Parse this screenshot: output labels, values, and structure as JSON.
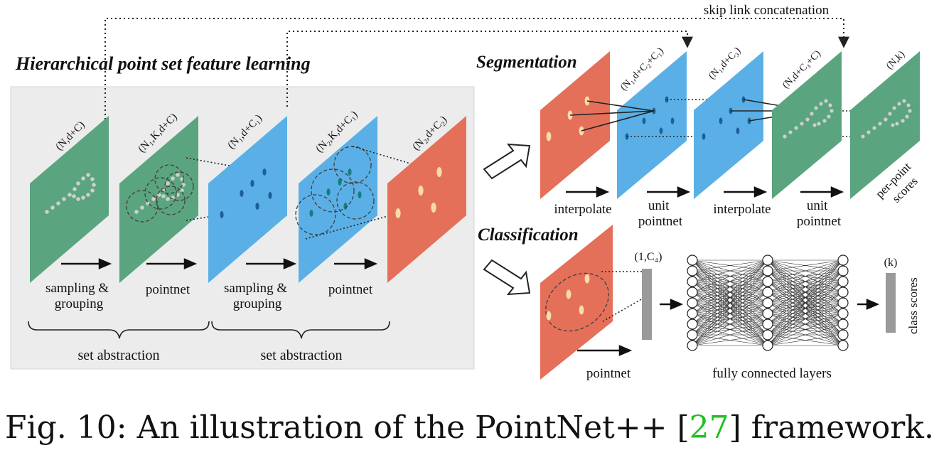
{
  "colors": {
    "green": "#5aa57f",
    "blue": "#5ab0e6",
    "red": "#e5705a",
    "panel": "#ececec",
    "gray_bar": "#9a9a9a",
    "point_gray": "#cfcfcf",
    "point_cream": "#f8dca8",
    "point_navy": "#1c5f9a",
    "point_teal": "#147e85",
    "ref_green": "#22c022"
  },
  "titles": {
    "hierarchical": "Hierarchical point set feature learning",
    "segmentation": "Segmentation",
    "classification": "Classification",
    "skip_link": "skip link concatenation"
  },
  "planes": [
    {
      "id": "p1",
      "label": "(N,d+C)",
      "color": "green"
    },
    {
      "id": "p2",
      "label": "(N₁,K,d+C)",
      "color": "green"
    },
    {
      "id": "p3",
      "label": "(N₁,d+C₁)",
      "color": "blue"
    },
    {
      "id": "p4",
      "label": "(N₂,K,d+C₁)",
      "color": "blue"
    },
    {
      "id": "p5",
      "label": "(N₂,d+C₂)",
      "color": "red"
    },
    {
      "id": "s1",
      "label": "",
      "color": "red"
    },
    {
      "id": "s2",
      "label": "(N₁,d+C₂+C₁)",
      "color": "blue"
    },
    {
      "id": "s3",
      "label": "(N₁,d+C₃)",
      "color": "blue"
    },
    {
      "id": "s4",
      "label": "(N,d+C₃+C)",
      "color": "green"
    },
    {
      "id": "s5",
      "label": "(N,k)",
      "color": "green"
    },
    {
      "id": "c1",
      "label": "",
      "color": "red"
    }
  ],
  "steps": {
    "sampling_grouping_1": [
      "sampling &",
      "grouping"
    ],
    "pointnet_1": "pointnet",
    "sampling_grouping_2": [
      "sampling &",
      "grouping"
    ],
    "pointnet_2": "pointnet",
    "set_abstraction_1": "set abstraction",
    "set_abstraction_2": "set abstraction",
    "interpolate_1": "interpolate",
    "unit_pointnet_1": [
      "unit",
      "pointnet"
    ],
    "interpolate_2": "interpolate",
    "unit_pointnet_2": [
      "unit",
      "pointnet"
    ],
    "per_point_scores": [
      "per-point",
      "scores"
    ],
    "cls_pointnet": "pointnet",
    "fc_layers": "fully connected layers",
    "c4_label": "(1,C₄)",
    "k_label": "(k)",
    "class_scores": "class scores"
  },
  "caption": {
    "prefix": "Fig. 10: An illustration of the PointNet++ [",
    "ref": "27",
    "suffix": "] framework."
  }
}
